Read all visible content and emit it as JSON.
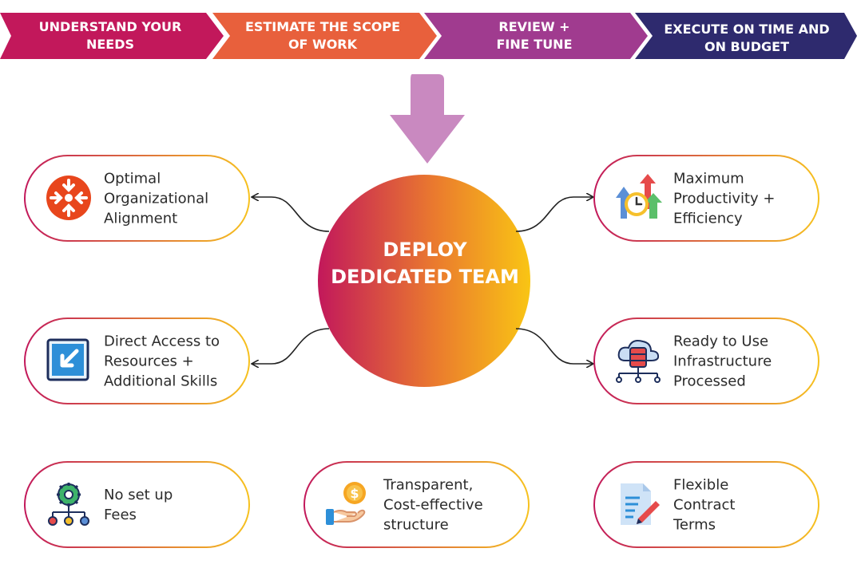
{
  "steps": [
    {
      "label": "UNDERSTAND YOUR\nNEEDS",
      "color": "#c2185b"
    },
    {
      "label": "ESTIMATE THE SCOPE\nOF WORK",
      "color": "#e8603c"
    },
    {
      "label": "REVIEW  +\nFINE TUNE",
      "color": "#a03b8f"
    },
    {
      "label": "EXECUTE ON TIME AND\nON BUDGET",
      "color": "#2e2a6e"
    }
  ],
  "center": {
    "label": "DEPLOY\nDEDICATED TEAM"
  },
  "benefits": [
    {
      "text": "Optimal\nOrganizational\nAlignment",
      "icon": "organization-alignment-icon"
    },
    {
      "text": "Maximum\nProductivity +\nEfficiency",
      "icon": "productivity-clock-arrows-icon"
    },
    {
      "text": "Direct Access to\nResources +\nAdditional Skills",
      "icon": "direct-access-arrow-icon"
    },
    {
      "text": "Ready to Use\nInfrastructure\nProcessed",
      "icon": "cloud-database-icon"
    },
    {
      "text": "No set up\nFees",
      "icon": "gear-network-icon"
    },
    {
      "text": "Transparent,\nCost-effective\nstructure",
      "icon": "hand-coin-icon"
    },
    {
      "text": "Flexible\nContract\nTerms",
      "icon": "contract-document-pen-icon"
    }
  ],
  "colors": {
    "accent_start": "#c2185b",
    "accent_end": "#f7c21e",
    "down_arrow": "#c989c0"
  }
}
